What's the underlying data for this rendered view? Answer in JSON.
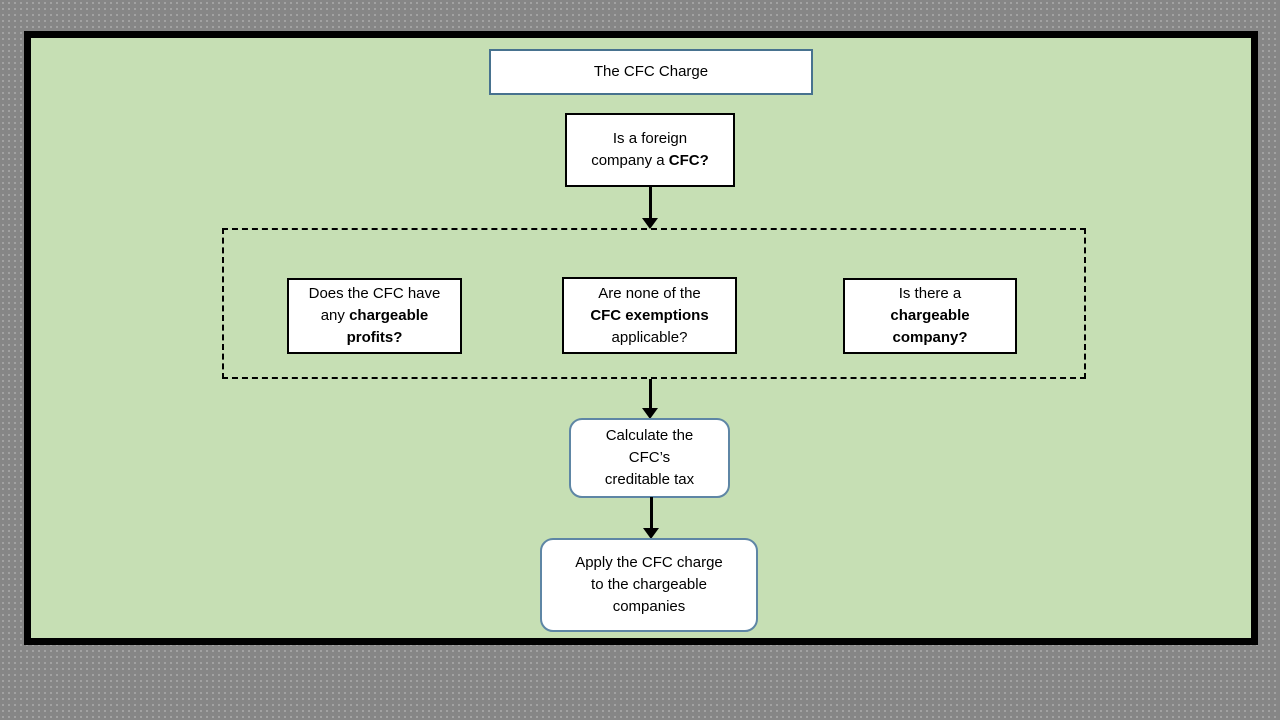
{
  "colors": {
    "canvas_background": "#868686",
    "slide_background": "#c6dfb4",
    "slide_border": "#000000",
    "node_fill": "#ffffff",
    "node_border": "#000000",
    "title_border": "#47728f",
    "rounded_border": "#5e86a5",
    "arrow": "#000000",
    "text": "#000000"
  },
  "title": {
    "text": "The CFC Charge"
  },
  "flow": {
    "q_cfc": {
      "l1": "Is a foreign",
      "l2a": "company a ",
      "l2b": "CFC?"
    },
    "q_profits": {
      "l1": "Does the CFC have",
      "l2a": "any ",
      "l2b": "chargeable",
      "l3b": "profits?"
    },
    "q_exemptions": {
      "l1": "Are none of the",
      "l2b": "CFC exemptions",
      "l3": "applicable?"
    },
    "q_company": {
      "l1": "Is there a",
      "l2b": "chargeable",
      "l3b": "company?"
    },
    "calc": {
      "l1": "Calculate the",
      "l2": "CFC’s",
      "l3": "creditable tax"
    },
    "apply": {
      "l1": "Apply the CFC charge",
      "l2": "to the chargeable",
      "l3": "companies"
    }
  }
}
